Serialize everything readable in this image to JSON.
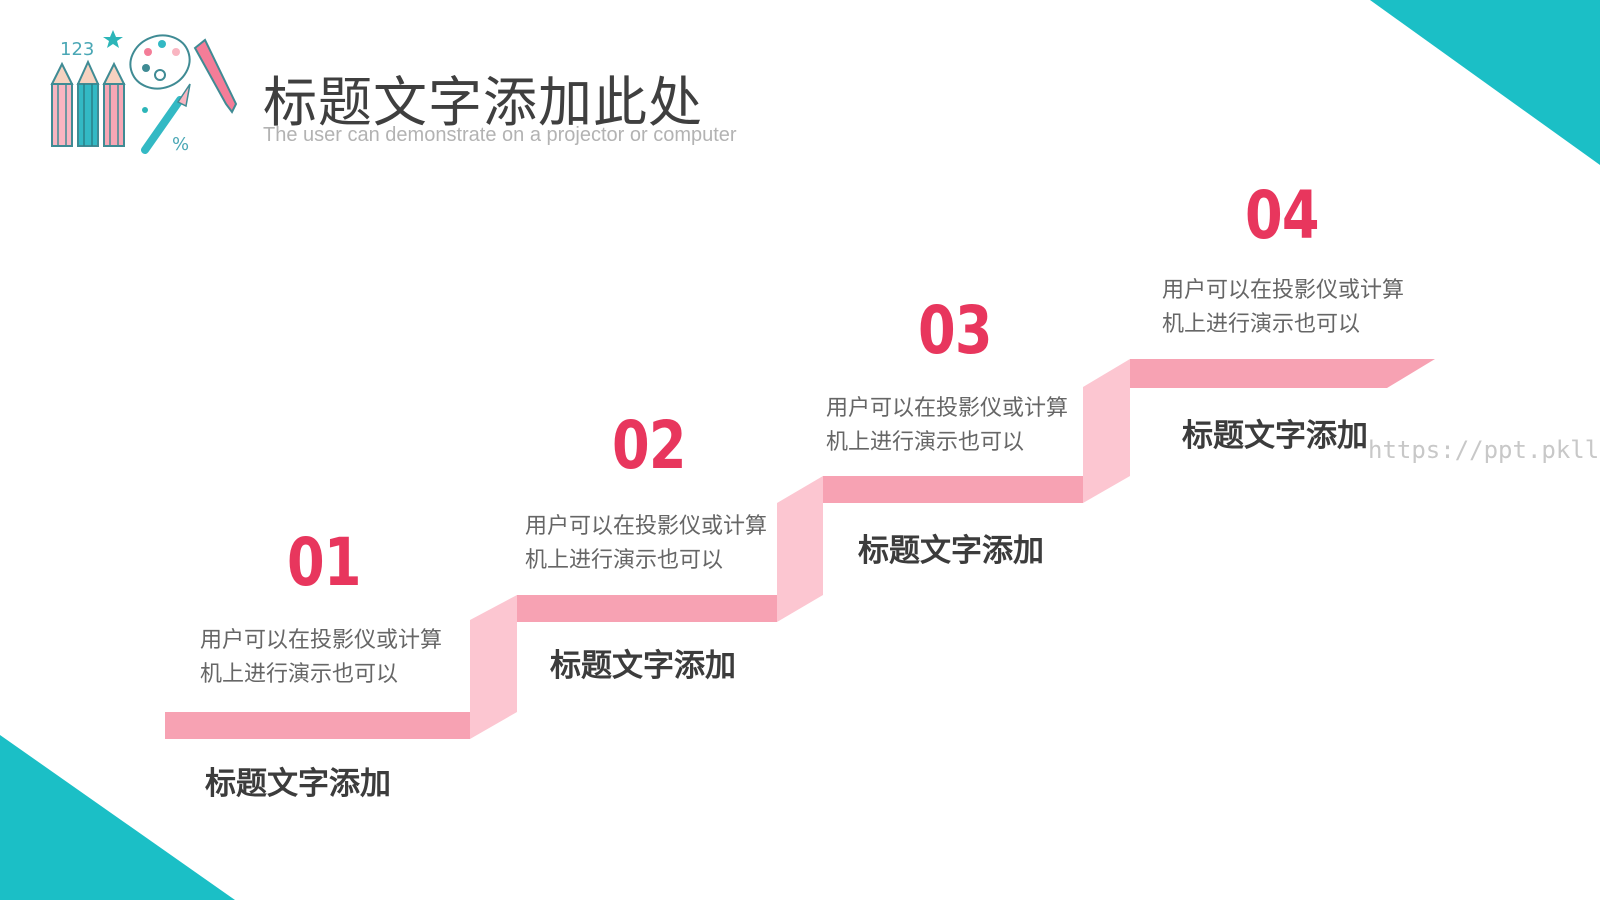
{
  "header": {
    "title": "标题文字添加此处",
    "subtitle": "The user can demonstrate on a projector or computer",
    "logo": {
      "icon": "pencils-palette-icon",
      "text": "123",
      "percent": "%"
    }
  },
  "steps": [
    {
      "number": "01",
      "description": "用户可以在投影仪或计算机上进行演示也可以",
      "label": "标题文字添加"
    },
    {
      "number": "02",
      "description": "用户可以在投影仪或计算机上进行演示也可以",
      "label": "标题文字添加"
    },
    {
      "number": "03",
      "description": "用户可以在投影仪或计算机上进行演示也可以",
      "label": "标题文字添加"
    },
    {
      "number": "04",
      "description": "用户可以在投影仪或计算机上进行演示也可以",
      "label": "标题文字添加"
    }
  ],
  "watermark": "https://ppt.pkll.de",
  "colors": {
    "accent": "#e8365d",
    "ribbon": "#f7a2b3",
    "ribbon_light": "#fcc6d1",
    "teal": "#1bbfc6"
  }
}
